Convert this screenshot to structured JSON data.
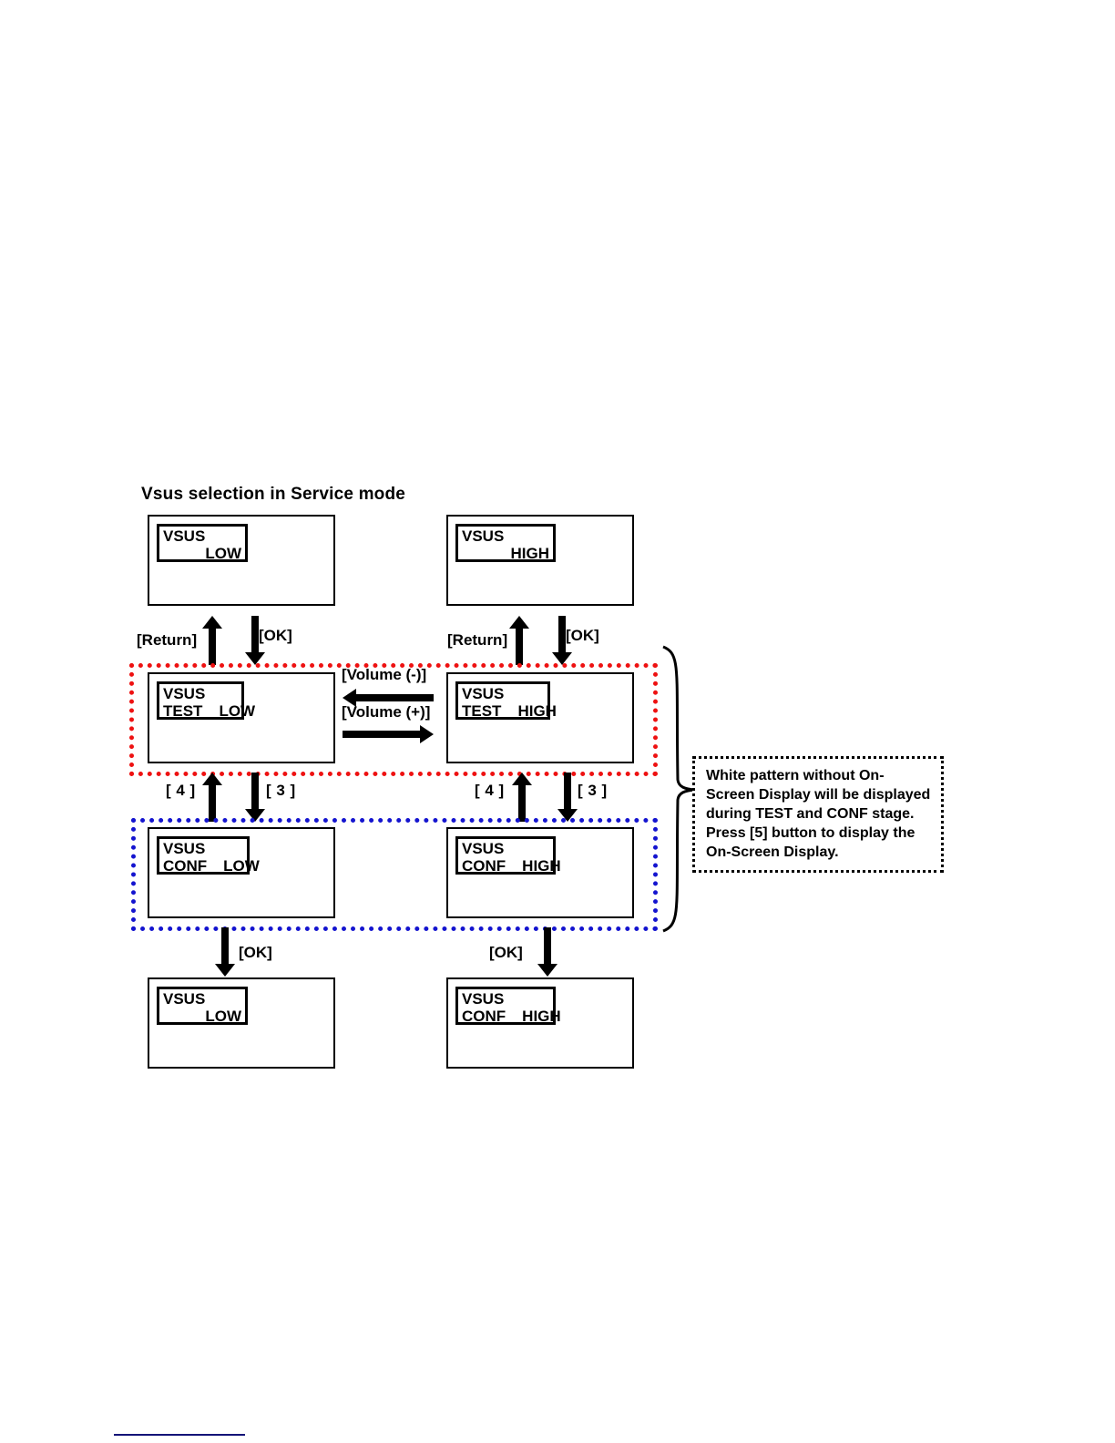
{
  "diagram": {
    "title": "Vsus selection in Service mode",
    "screens": {
      "top_low": {
        "line1": "VSUS",
        "line2_label": "",
        "line2_value": "LOW"
      },
      "top_high": {
        "line1": "VSUS",
        "line2_label": "",
        "line2_value": "HIGH"
      },
      "test_low": {
        "line1": "VSUS",
        "line2_label": "TEST",
        "line2_value": "LOW"
      },
      "test_high": {
        "line1": "VSUS",
        "line2_label": "TEST",
        "line2_value": "HIGH"
      },
      "conf_low": {
        "line1": "VSUS",
        "line2_label": "CONF",
        "line2_value": "LOW"
      },
      "conf_high": {
        "line1": "VSUS",
        "line2_label": "CONF",
        "line2_value": "HIGH"
      },
      "bottom_low": {
        "line1": "VSUS",
        "line2_label": "",
        "line2_value": "LOW"
      },
      "bottom_high": {
        "line1": "VSUS",
        "line2_label": "CONF",
        "line2_value": "HIGH"
      }
    },
    "transitions": {
      "return_left": "[Return]",
      "ok_left": "[OK]",
      "return_right": "[Return]",
      "ok_right": "[OK]",
      "four_left": "[ 4 ]",
      "three_left": "[ 3 ]",
      "four_right": "[ 4 ]",
      "three_right": "[ 3 ]",
      "volume_minus": "[Volume (-)]",
      "volume_plus": "[Volume (+)]",
      "ok_bottom_left": "[OK]",
      "ok_bottom_right": "[OK]"
    },
    "groups": {
      "test_stage_color": "#ee1111",
      "conf_stage_color": "#1414cf"
    },
    "callout": {
      "line1": "White pattern without On-",
      "line2": "Screen Display will be displayed",
      "line3": "during TEST and CONF stage.",
      "line4": "Press [5] button to display the",
      "line5": "On-Screen Display."
    }
  }
}
